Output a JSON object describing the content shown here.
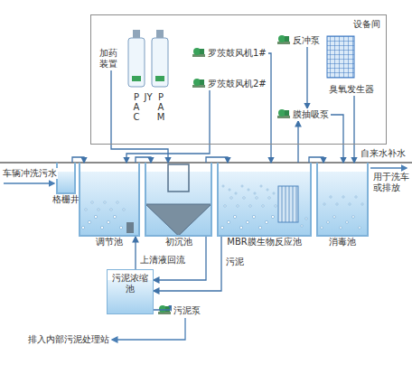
{
  "diagram": {
    "nodes": [
      {
        "text": [
          "设备间"
        ]
      },
      {
        "text": [
          "加药装置"
        ],
        "in": 0
      },
      {
        "text": [
          "罗茨鼓风机1#"
        ],
        "in": 0
      },
      {
        "text": [
          "罗茨鼓风机2#"
        ],
        "in": 0
      },
      {
        "text": [
          "反冲泵"
        ],
        "in": 0
      },
      {
        "text": [
          "臭氧发生器"
        ],
        "in": 0
      },
      {
        "text": [
          "膜抽吸泵"
        ],
        "in": 0
      },
      {
        "text": [
          "格栅井"
        ]
      },
      {
        "text": [
          "调节池"
        ]
      },
      {
        "text": [
          "初沉池"
        ]
      },
      {
        "text": [
          "MBR膜生物反应池"
        ]
      },
      {
        "text": [
          "消毒池"
        ]
      },
      {
        "text": [
          "污泥浓缩池"
        ]
      },
      {
        "text": [
          "污泥泵"
        ]
      }
    ],
    "edges": [
      {
        "from": 1,
        "to": 9,
        "arrow": "to"
      },
      {
        "from": 2,
        "to": 10,
        "arrow": "to"
      },
      {
        "from": 3,
        "to": 8,
        "arrow": "to"
      },
      {
        "from": 4,
        "to": 6,
        "arrow": "to"
      },
      {
        "from": 10,
        "to": 6,
        "arrow": "to"
      },
      {
        "from": 6,
        "to": 11,
        "arrow": "to"
      },
      {
        "from": 5,
        "to": 11,
        "arrow": "to"
      },
      {
        "from": 7,
        "to": 8,
        "arrow": "to"
      },
      {
        "from": 8,
        "to": 9,
        "arrow": "to"
      },
      {
        "from": 9,
        "to": 10,
        "arrow": "to"
      },
      {
        "from": 10,
        "to": 11,
        "arrow": "to"
      },
      {
        "from": 9,
        "to": 12,
        "arrow": "to"
      },
      {
        "from": 10,
        "to": 12,
        "label": "污泥",
        "arrow": "to"
      },
      {
        "from": 12,
        "to": 8,
        "label": "上清液回流",
        "arrow": "to"
      },
      {
        "from": 12,
        "to": 13,
        "arrow": "to"
      }
    ],
    "labels": [
      "车辆冲洗污水",
      "自来水补水",
      "用于洗车或排放",
      "排入内部污泥处理站",
      "PAC",
      "JY",
      "PAM"
    ]
  }
}
